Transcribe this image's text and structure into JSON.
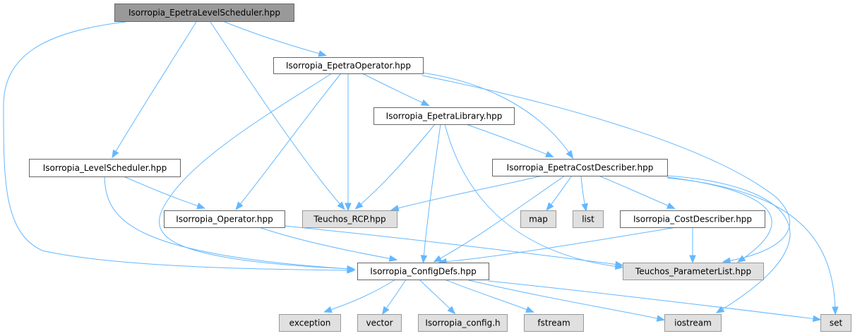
{
  "diagram": {
    "title": "Isorropia_EpetraLevelScheduler.hpp",
    "type": "include-dependency-graph",
    "colors": {
      "edge": "#63b8ff",
      "root_fill": "#999999",
      "external_fill": "#e0e0e0",
      "normal_fill": "#ffffff"
    },
    "nodes": [
      {
        "id": "root",
        "label": "Isorropia_EpetraLevelScheduler.hpp",
        "kind": "root"
      },
      {
        "id": "epetra_operator",
        "label": "Isorropia_EpetraOperator.hpp",
        "kind": "normal"
      },
      {
        "id": "epetra_library",
        "label": "Isorropia_EpetraLibrary.hpp",
        "kind": "normal"
      },
      {
        "id": "level_scheduler",
        "label": "Isorropia_LevelScheduler.hpp",
        "kind": "normal"
      },
      {
        "id": "epetra_cost_describer",
        "label": "Isorropia_EpetraCostDescriber.hpp",
        "kind": "normal"
      },
      {
        "id": "operator",
        "label": "Isorropia_Operator.hpp",
        "kind": "normal"
      },
      {
        "id": "teuchos_rcp",
        "label": "Teuchos_RCP.hpp",
        "kind": "external"
      },
      {
        "id": "map",
        "label": "map",
        "kind": "external"
      },
      {
        "id": "list",
        "label": "list",
        "kind": "external"
      },
      {
        "id": "cost_describer",
        "label": "Isorropia_CostDescriber.hpp",
        "kind": "normal"
      },
      {
        "id": "config_defs",
        "label": "Isorropia_ConfigDefs.hpp",
        "kind": "normal"
      },
      {
        "id": "parameter_list",
        "label": "Teuchos_ParameterList.hpp",
        "kind": "external"
      },
      {
        "id": "exception",
        "label": "exception",
        "kind": "external"
      },
      {
        "id": "vector",
        "label": "vector",
        "kind": "external"
      },
      {
        "id": "isorropia_config",
        "label": "Isorropia_config.h",
        "kind": "external"
      },
      {
        "id": "fstream",
        "label": "fstream",
        "kind": "external"
      },
      {
        "id": "iostream",
        "label": "iostream",
        "kind": "external"
      },
      {
        "id": "set",
        "label": "set",
        "kind": "external"
      }
    ],
    "edges": [
      {
        "from": "root",
        "to": "config_defs"
      },
      {
        "from": "root",
        "to": "level_scheduler"
      },
      {
        "from": "root",
        "to": "teuchos_rcp"
      },
      {
        "from": "root",
        "to": "epetra_operator"
      },
      {
        "from": "epetra_operator",
        "to": "config_defs"
      },
      {
        "from": "epetra_operator",
        "to": "operator"
      },
      {
        "from": "epetra_operator",
        "to": "teuchos_rcp"
      },
      {
        "from": "epetra_operator",
        "to": "epetra_library"
      },
      {
        "from": "epetra_operator",
        "to": "epetra_cost_describer"
      },
      {
        "from": "epetra_operator",
        "to": "parameter_list"
      },
      {
        "from": "epetra_library",
        "to": "teuchos_rcp"
      },
      {
        "from": "epetra_library",
        "to": "config_defs"
      },
      {
        "from": "epetra_library",
        "to": "parameter_list"
      },
      {
        "from": "epetra_library",
        "to": "epetra_cost_describer"
      },
      {
        "from": "level_scheduler",
        "to": "operator"
      },
      {
        "from": "level_scheduler",
        "to": "config_defs"
      },
      {
        "from": "epetra_cost_describer",
        "to": "teuchos_rcp"
      },
      {
        "from": "epetra_cost_describer",
        "to": "config_defs"
      },
      {
        "from": "epetra_cost_describer",
        "to": "map"
      },
      {
        "from": "epetra_cost_describer",
        "to": "list"
      },
      {
        "from": "epetra_cost_describer",
        "to": "cost_describer"
      },
      {
        "from": "epetra_cost_describer",
        "to": "parameter_list"
      },
      {
        "from": "epetra_cost_describer",
        "to": "iostream"
      },
      {
        "from": "epetra_cost_describer",
        "to": "set"
      },
      {
        "from": "operator",
        "to": "config_defs"
      },
      {
        "from": "operator",
        "to": "parameter_list"
      },
      {
        "from": "cost_describer",
        "to": "config_defs"
      },
      {
        "from": "cost_describer",
        "to": "parameter_list"
      },
      {
        "from": "config_defs",
        "to": "exception"
      },
      {
        "from": "config_defs",
        "to": "vector"
      },
      {
        "from": "config_defs",
        "to": "isorropia_config"
      },
      {
        "from": "config_defs",
        "to": "fstream"
      },
      {
        "from": "config_defs",
        "to": "iostream"
      },
      {
        "from": "config_defs",
        "to": "set"
      }
    ]
  }
}
